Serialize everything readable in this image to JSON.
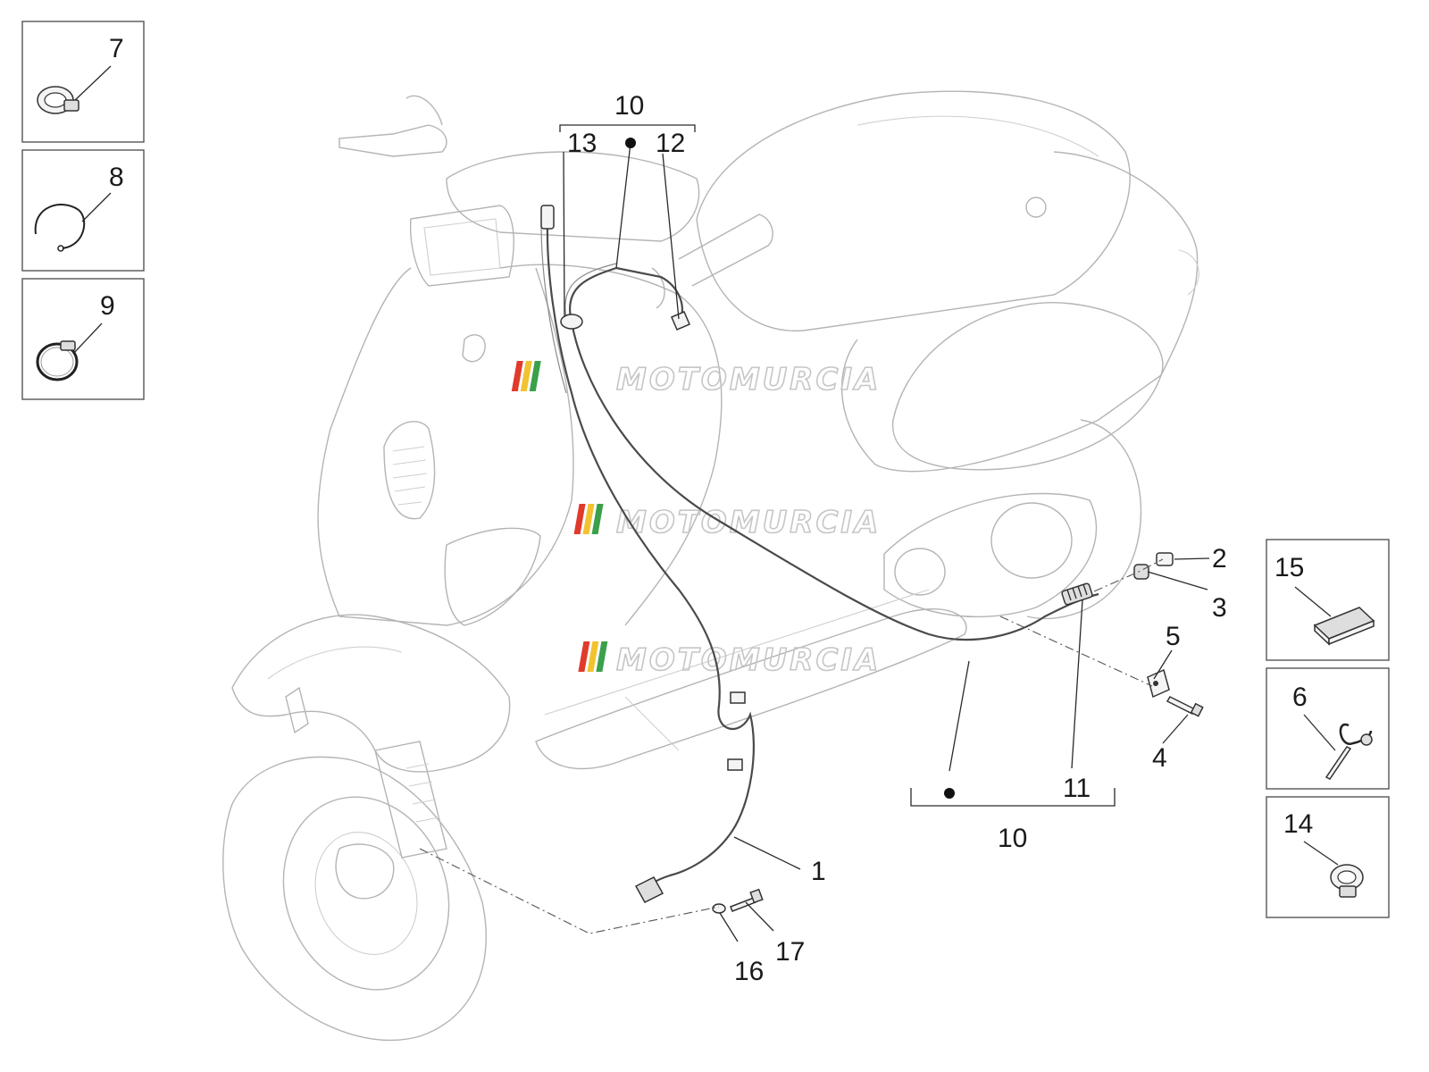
{
  "watermark": {
    "text": "MOTOMURCIA",
    "stripe_colors": [
      "#e03a2b",
      "#f2c230",
      "#3aa04a",
      "#d0d0d0"
    ]
  },
  "callouts": {
    "c1": "1",
    "c2": "2",
    "c3": "3",
    "c4": "4",
    "c5": "5",
    "c6": "6",
    "c7": "7",
    "c8": "8",
    "c9": "9",
    "c10_top": "10",
    "c10_bottom": "10",
    "c11": "11",
    "c12": "12",
    "c13": "13",
    "c14": "14",
    "c15": "15",
    "c16": "16",
    "c17": "17"
  },
  "icons": [
    "hose-clamp-icon",
    "spring-clip-icon",
    "cable-tie-icon",
    "rubber-pad-icon",
    "tie-strap-icon",
    "clamp-icon"
  ]
}
